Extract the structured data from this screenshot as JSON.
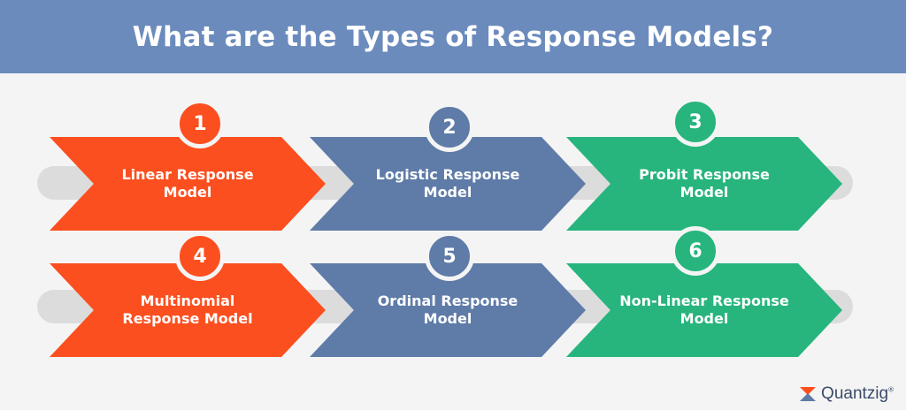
{
  "header": {
    "title": "What are the Types of Response Models?"
  },
  "colors": {
    "header_bg": "#6b8bbd",
    "orange": "#fc4f1f",
    "slate": "#5f7ba8",
    "green": "#27b57d"
  },
  "steps": [
    {
      "number": "1",
      "label": "Linear Response\nModel",
      "color": "orange"
    },
    {
      "number": "2",
      "label": "Logistic Response\nModel",
      "color": "slate"
    },
    {
      "number": "3",
      "label": "Probit Response\nModel",
      "color": "green"
    },
    {
      "number": "4",
      "label": "Multinomial\nResponse Model",
      "color": "orange"
    },
    {
      "number": "5",
      "label": "Ordinal Response\nModel",
      "color": "slate"
    },
    {
      "number": "6",
      "label": "Non-Linear Response\nModel",
      "color": "green"
    }
  ],
  "logo": {
    "text": "Quantzig",
    "mark": "®"
  }
}
